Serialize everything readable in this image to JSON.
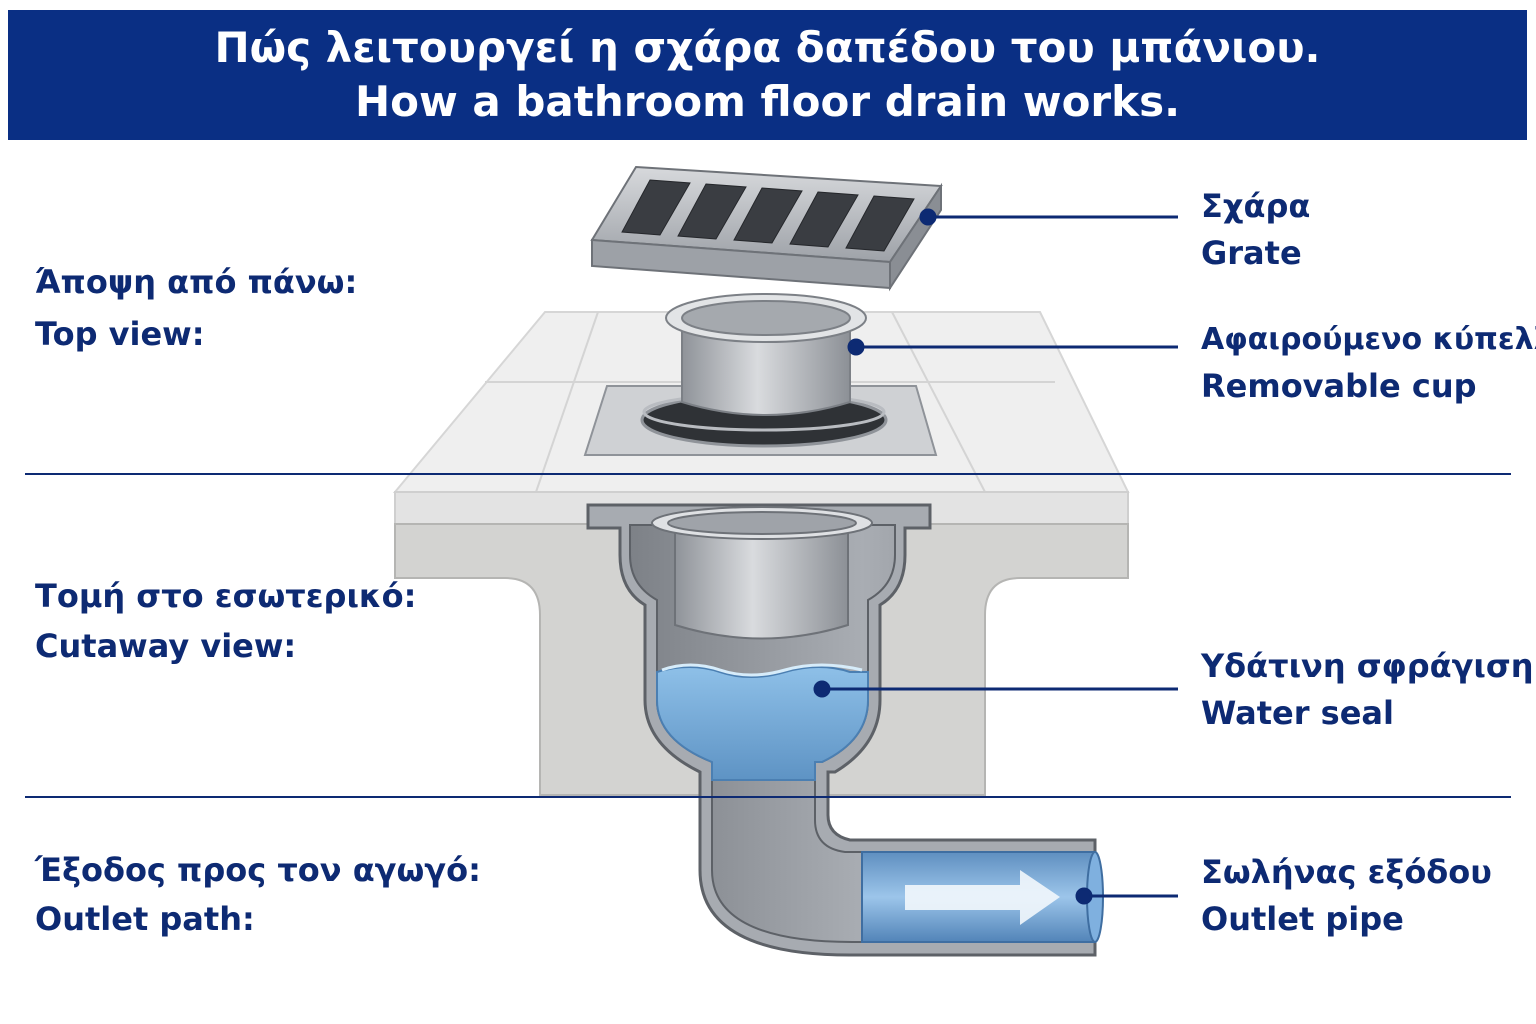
{
  "title": {
    "greek": "Πώς λειτουργεί η σχάρα δαπέδου του μπάνιου.",
    "english": "How a bathroom floor drain works."
  },
  "sections": [
    {
      "greek": "Άποψη από πάνω:",
      "english": "Top view:"
    },
    {
      "greek": "Τομή στο εσωτερικό:",
      "english": "Cutaway view:"
    },
    {
      "greek": "Έξοδος προς τον αγωγό:",
      "english": "Outlet path:"
    }
  ],
  "callouts": [
    {
      "greek": "Σχάρα",
      "english": "Grate"
    },
    {
      "greek": "Αφαιρούμενο κύπελλο",
      "english": "Removable cup"
    },
    {
      "greek": "Υδάτινη σφράγιση",
      "english": "Water seal"
    },
    {
      "greek": "Σωλήνας εξόδου",
      "english": "Outlet pipe"
    }
  ],
  "colors": {
    "banner": "#0a2f84",
    "label_text": "#0d2a73",
    "leader_line": "#0d2a73",
    "water": "#6fa6d6",
    "steel": "#b9bcc1",
    "concrete": "#d3d3d1",
    "tile": "#f1f1f1"
  }
}
